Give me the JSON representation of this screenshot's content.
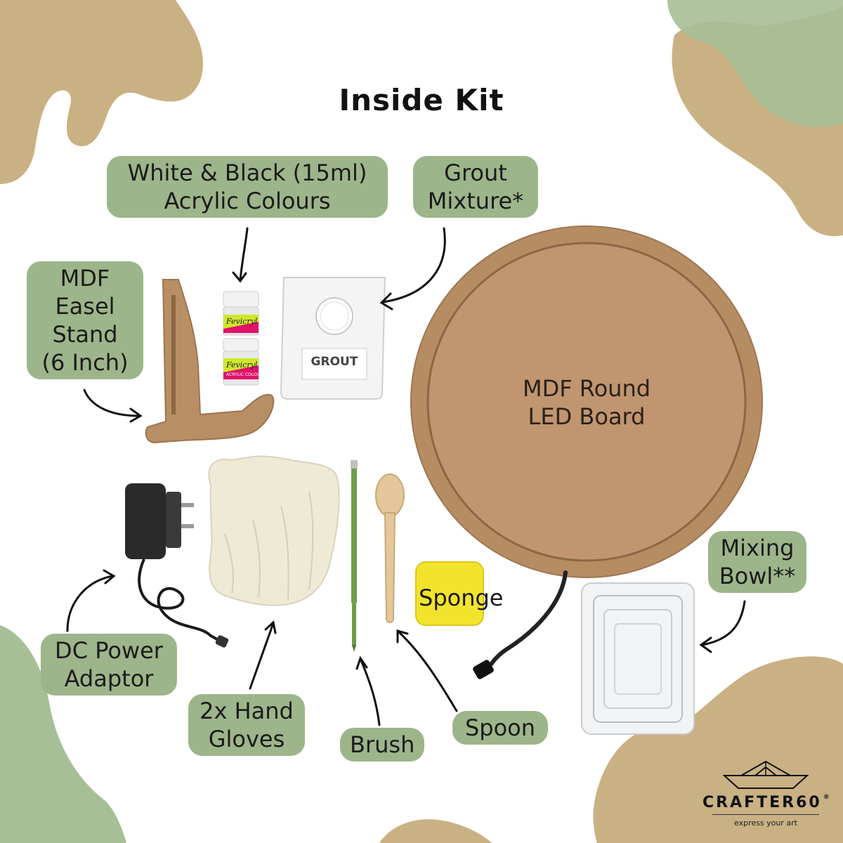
{
  "title": "Inside Kit",
  "labels": {
    "acrylic": [
      "White & Black (15ml)",
      "Acrylic Colours"
    ],
    "grout": [
      "Grout",
      "Mixture*"
    ],
    "easel": [
      "MDF",
      "Easel",
      "Stand",
      "(6 Inch)"
    ],
    "board": [
      "MDF Round",
      "LED Board"
    ],
    "mixing_bowl": [
      "Mixing",
      "Bowl**"
    ],
    "sponge": "Sponge",
    "dc_power": [
      "DC Power",
      "Adaptor"
    ],
    "gloves": [
      "2x Hand",
      "Gloves"
    ],
    "brush": "Brush",
    "spoon": "Spoon"
  },
  "product_text": {
    "grout_bag": "GROUT",
    "jar_brand": "Fevicryl",
    "jar_label": "ACRYLIC COLOURS"
  },
  "logo": {
    "name": "CRAFTER60",
    "registered": "®",
    "tagline": "express your art"
  },
  "colors": {
    "label_bg": "#9db58a",
    "blob_tan": "#c9b184",
    "blob_green": "#a6bf96",
    "mdf": "#b68c62"
  }
}
